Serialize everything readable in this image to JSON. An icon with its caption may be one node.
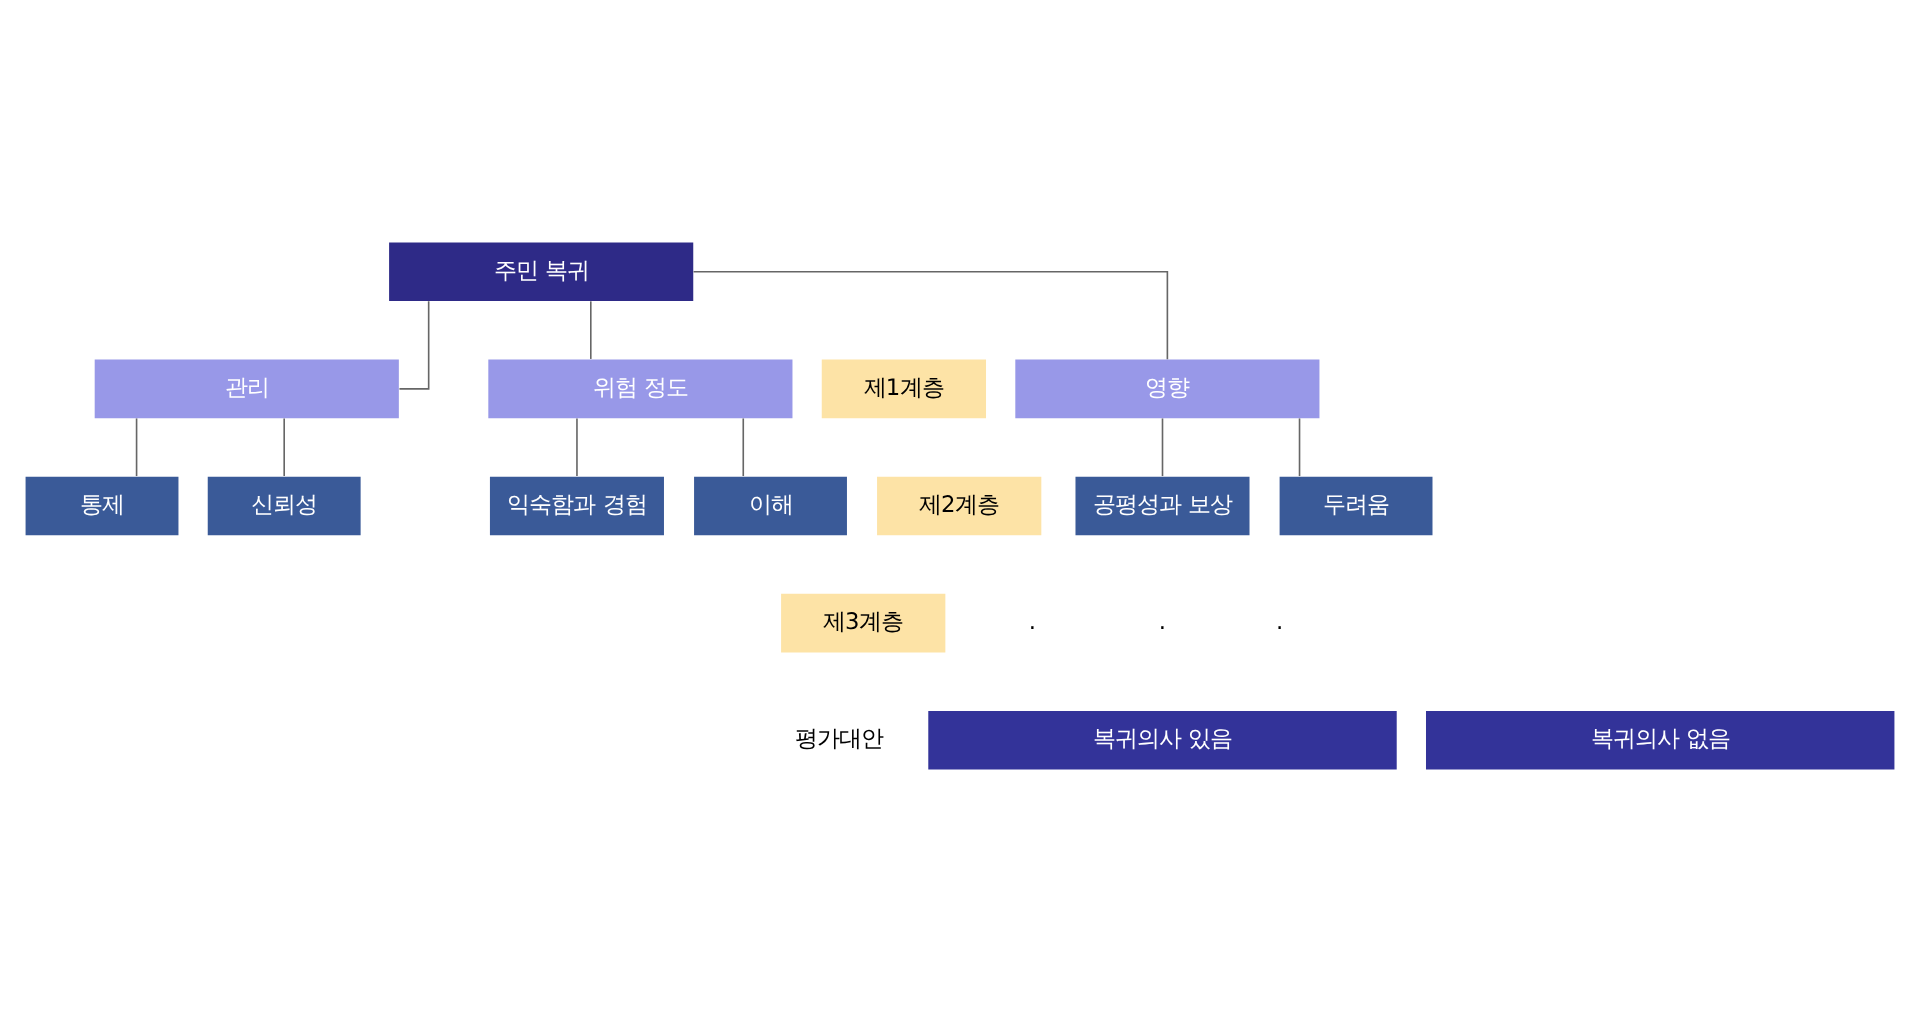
{
  "diagram": {
    "nodes": [
      {
        "text": [
          "주민 복귀"
        ]
      },
      {
        "text": [
          "제1계층"
        ]
      },
      {
        "text": [
          "위험 정도"
        ]
      },
      {
        "text": [
          "영향"
        ]
      },
      {
        "text": [
          "관리"
        ]
      },
      {
        "text": [
          "제2계층"
        ]
      },
      {
        "text": [
          "익숙함과 경험"
        ]
      },
      {
        "text": [
          "이해"
        ]
      },
      {
        "text": [
          "공평성과 보상"
        ]
      },
      {
        "text": [
          "두려움"
        ]
      },
      {
        "text": [
          "통제"
        ]
      },
      {
        "text": [
          "신뢰성"
        ]
      },
      {
        "text": [
          "제3계층"
        ]
      },
      {
        "text": [
          "복귀의사 있음"
        ]
      },
      {
        "text": [
          "복귀의사 없음"
        ]
      }
    ],
    "edges": [
      {
        "from": 0,
        "to": 2,
        "arrow": "none"
      },
      {
        "from": 0,
        "to": 3,
        "arrow": "none"
      },
      {
        "from": 0,
        "to": 4,
        "arrow": "none"
      },
      {
        "from": 2,
        "to": 6,
        "arrow": "none"
      },
      {
        "from": 2,
        "to": 7,
        "arrow": "none"
      },
      {
        "from": 3,
        "to": 8,
        "arrow": "none"
      },
      {
        "from": 3,
        "to": 9,
        "arrow": "none"
      },
      {
        "from": 4,
        "to": 10,
        "arrow": "none"
      },
      {
        "from": 4,
        "to": 11,
        "arrow": "none"
      }
    ],
    "labels": [
      ".",
      ".",
      ".",
      "평가대안"
    ]
  }
}
